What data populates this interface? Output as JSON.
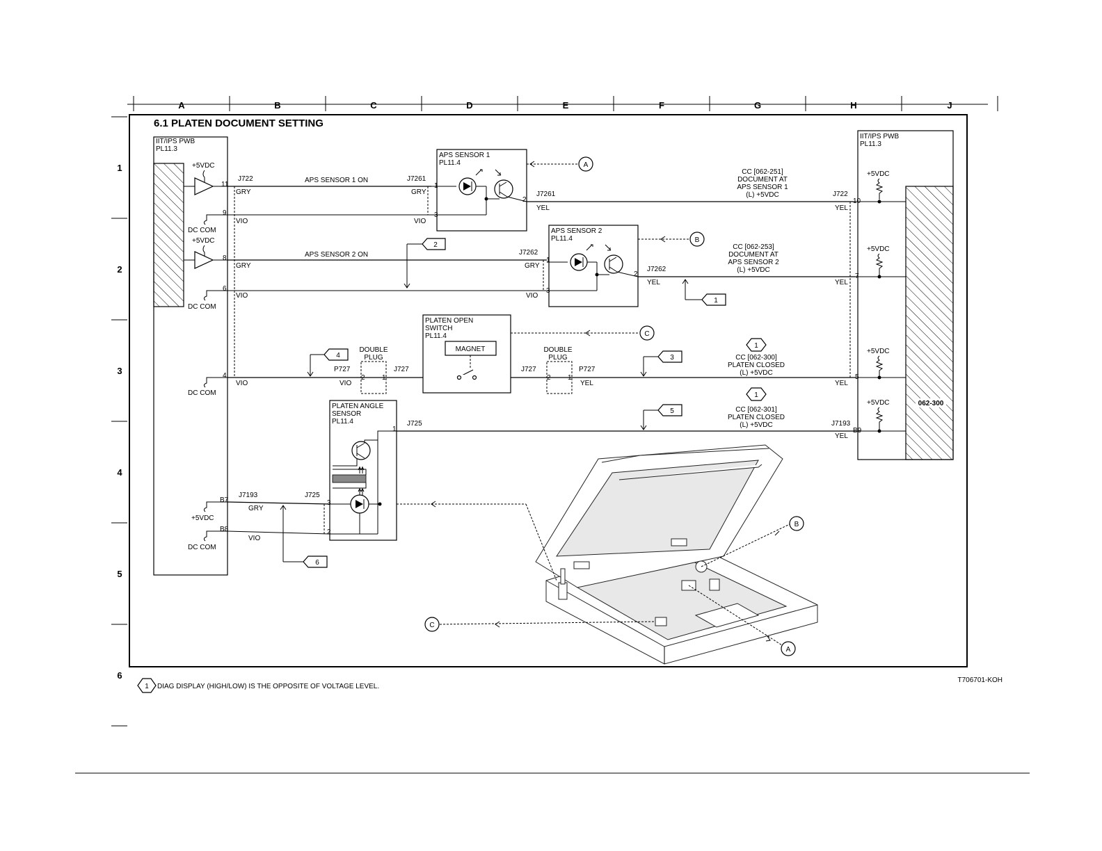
{
  "columns": [
    "A",
    "B",
    "C",
    "D",
    "E",
    "F",
    "G",
    "H",
    "J"
  ],
  "rows": [
    "1",
    "2",
    "3",
    "4",
    "5",
    "6"
  ],
  "title": "6.1 PLATEN DOCUMENT SETTING",
  "left_pwb": {
    "name": "IIT/IPS PWB",
    "pl": "PL11.3"
  },
  "right_pwb": {
    "name": "IIT/IPS PWB",
    "pl": "PL11.3",
    "code": "062-300"
  },
  "power_labels": {
    "vdc": "+5VDC",
    "dccom": "DC COM"
  },
  "pins": {
    "p11": "11",
    "p9": "9",
    "p8": "8",
    "p6": "6",
    "p4": "4",
    "pB7": "B7",
    "pB8": "B8",
    "r10": "10",
    "r7": "7",
    "r5": "5",
    "rB9": "B9",
    "one": "1",
    "two": "2",
    "three": "3"
  },
  "connectors": {
    "j722": "J722",
    "j7261": "J7261",
    "j7262": "J7262",
    "p727": "P727",
    "j727": "J727",
    "j725": "J725",
    "j7193": "J7193"
  },
  "colors": {
    "gry": "GRY",
    "vio": "VIO",
    "yel": "YEL"
  },
  "signals": {
    "aps1_on": "APS SENSOR 1 ON",
    "aps2_on": "APS SENSOR 2 ON"
  },
  "components": {
    "aps1": {
      "name": "APS SENSOR 1",
      "pl": "PL11.4"
    },
    "aps2": {
      "name": "APS SENSOR 2",
      "pl": "PL11.4"
    },
    "switch": {
      "line1": "PLATEN OPEN",
      "line2": "SWITCH",
      "pl": "PL11.4",
      "magnet": "MAGNET"
    },
    "angle": {
      "line1": "PLATEN ANGLE",
      "line2": "SENSOR",
      "pl": "PL11.4"
    },
    "double_plug": {
      "line1": "DOUBLE",
      "line2": "PLUG"
    }
  },
  "cc": {
    "c251": [
      "CC [062-251]",
      "DOCUMENT AT",
      "APS SENSOR 1",
      "(L) +5VDC"
    ],
    "c253": [
      "CC [062-253]",
      "DOCUMENT AT",
      "APS SENSOR 2",
      "(L) +5VDC"
    ],
    "c300": [
      "CC [062-300]",
      "PLATEN CLOSED",
      "(L) +5VDC"
    ],
    "c301": [
      "CC [062-301]",
      "PLATEN CLOSED",
      "(L) +5VDC"
    ]
  },
  "callouts": {
    "a": "A",
    "b": "B",
    "c": "C",
    "n1": "1",
    "n2": "2",
    "n3": "3",
    "n4": "4",
    "n5": "5",
    "n6": "6"
  },
  "note": {
    "marker": "1",
    "text": "DIAG DISPLAY (HIGH/LOW) IS THE OPPOSITE OF VOLTAGE LEVEL."
  },
  "figure_id": "T706701-KOH"
}
